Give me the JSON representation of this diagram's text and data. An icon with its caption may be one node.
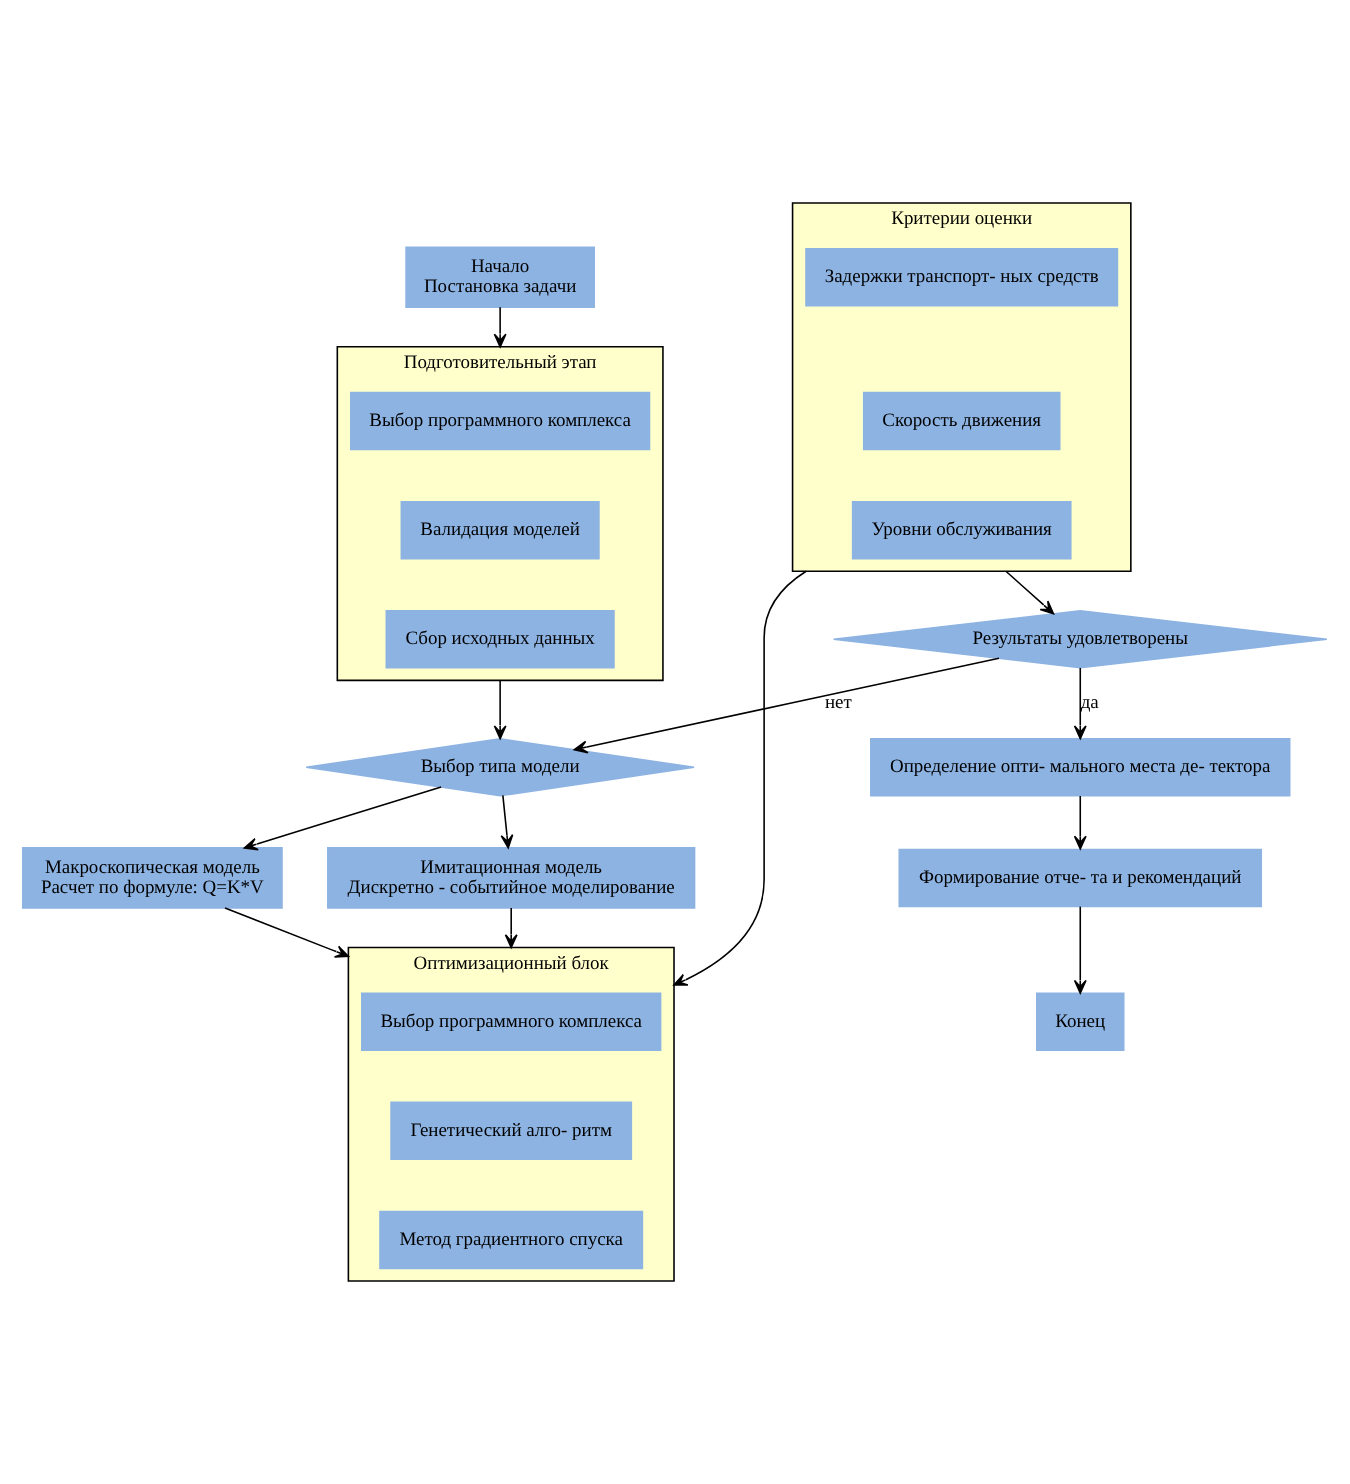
{
  "diagram": {
    "nodes": [
      {
        "text": [
          "Начало",
          "Постановка задачи"
        ]
      },
      {
        "text": [
          "Подготовительный этап"
        ]
      },
      {
        "text": [
          "Выбор программного комплекса"
        ],
        "in": 1
      },
      {
        "text": [
          "Валидация моделей"
        ],
        "in": 1
      },
      {
        "text": [
          "Сбор исходных данных"
        ],
        "in": 1
      },
      {
        "text": [
          "Критерии оценки"
        ]
      },
      {
        "text": [
          "Задержки транспорт- ных средств"
        ],
        "in": 5
      },
      {
        "text": [
          "Скорость движения"
        ],
        "in": 5
      },
      {
        "text": [
          "Уровни обслуживания"
        ],
        "in": 5
      },
      {
        "text": [
          "Результаты удовлетворены"
        ]
      },
      {
        "text": [
          "Определение опти- мального места де- тектора"
        ]
      },
      {
        "text": [
          "Формирование отче- та и рекомендаций"
        ]
      },
      {
        "text": [
          "Конец"
        ]
      },
      {
        "text": [
          "Выбор типа модели"
        ]
      },
      {
        "text": [
          "Макроскопическая модель",
          "Расчет по формуле: Q=K*V"
        ]
      },
      {
        "text": [
          "Имитационная модель",
          "Дискретно - событийное моделирование"
        ]
      },
      {
        "text": [
          "Оптимизационный блок"
        ]
      },
      {
        "text": [
          "Выбор программного комплекса"
        ],
        "in": 16
      },
      {
        "text": [
          "Генетический алго- ритм"
        ],
        "in": 16
      },
      {
        "text": [
          "Метод градиентного спуска"
        ],
        "in": 16
      }
    ],
    "edges": [
      {
        "from": 0,
        "to": 1,
        "arrow": "to"
      },
      {
        "from": 1,
        "to": 13,
        "arrow": "to"
      },
      {
        "from": 5,
        "to": 9,
        "arrow": "to"
      },
      {
        "from": 9,
        "to": 13,
        "arrow": "to",
        "label": "нет"
      },
      {
        "from": 9,
        "to": 10,
        "arrow": "to",
        "label": "да"
      },
      {
        "from": 10,
        "to": 11,
        "arrow": "to"
      },
      {
        "from": 11,
        "to": 12,
        "arrow": "to"
      },
      {
        "from": 13,
        "to": 14,
        "arrow": "to"
      },
      {
        "from": 13,
        "to": 15,
        "arrow": "to"
      },
      {
        "from": 14,
        "to": 16,
        "arrow": "to"
      },
      {
        "from": 15,
        "to": 16,
        "arrow": "to"
      },
      {
        "from": 5,
        "to": 16,
        "arrow": "to"
      }
    ]
  }
}
